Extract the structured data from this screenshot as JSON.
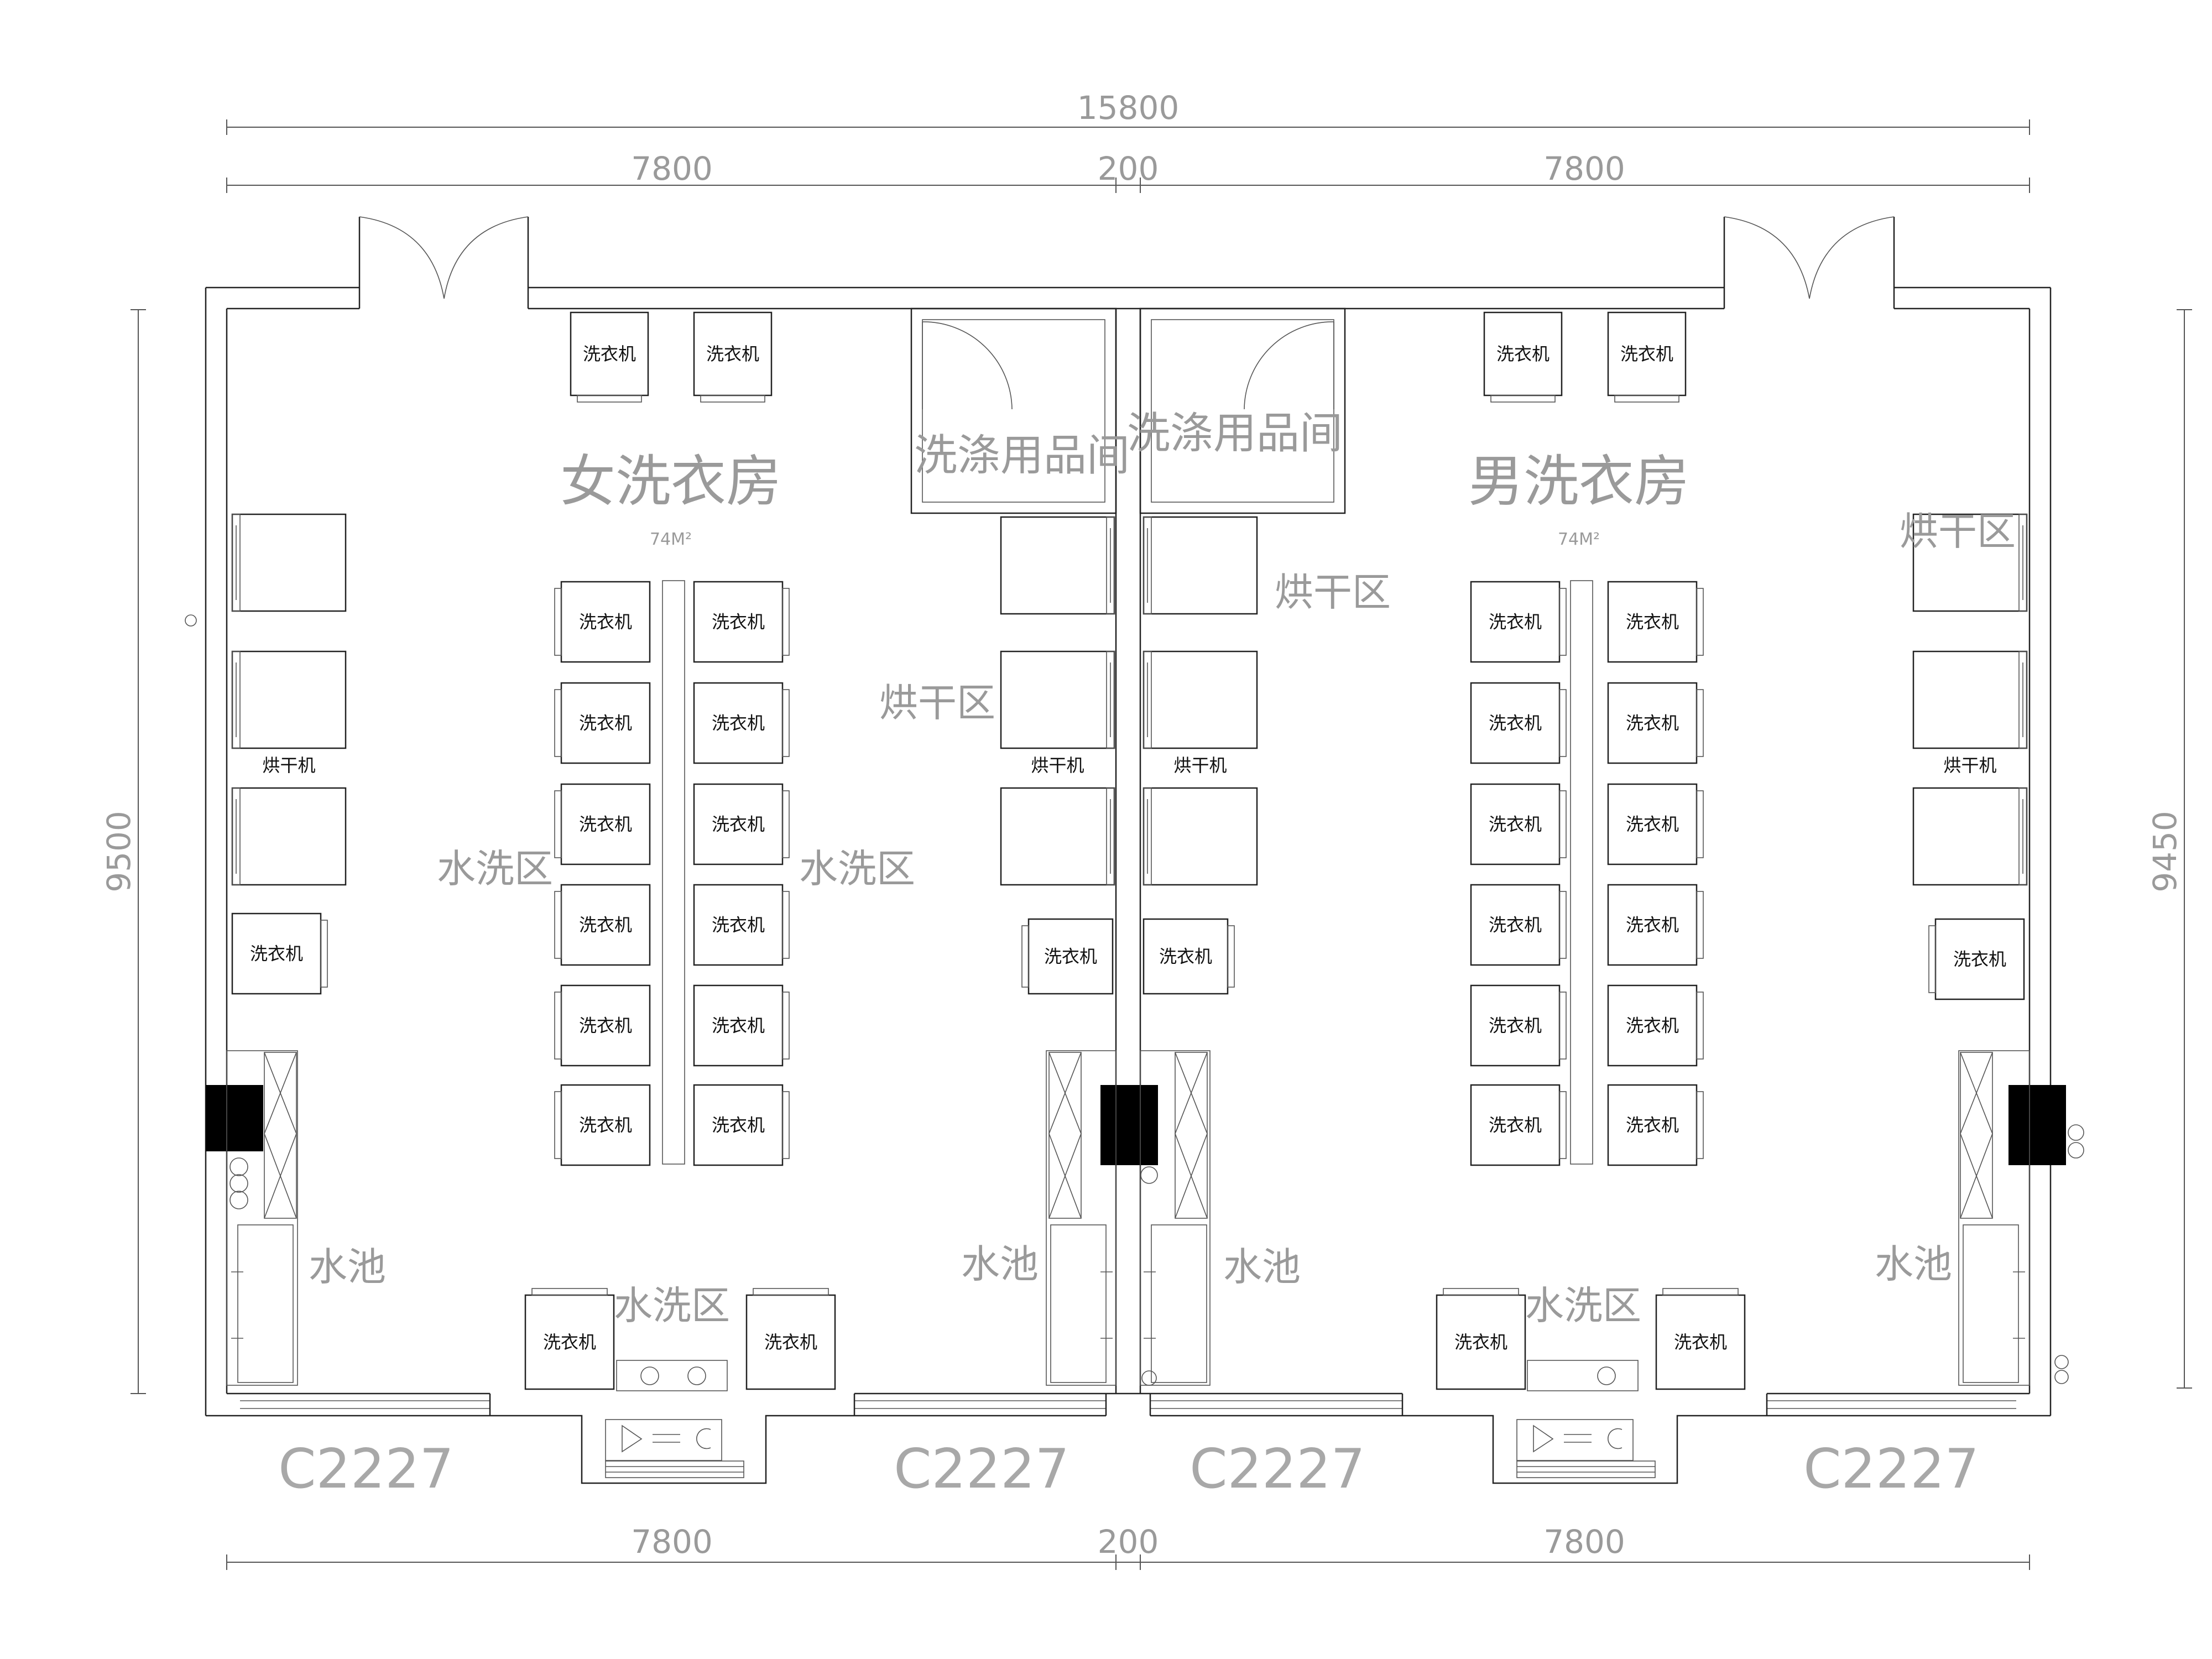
{
  "dimensions": {
    "overall": "15800",
    "left_bay": "7800",
    "middle": "200",
    "right_bay": "7800",
    "left_height": "9500",
    "right_height": "9450"
  },
  "rooms": {
    "women": {
      "name": "女洗衣房",
      "area": "74M²"
    },
    "men": {
      "name": "男洗衣房",
      "area": ""
    }
  },
  "storage_room": "洗涤用品间",
  "zones": {
    "washing": "水洗区",
    "drying": "烘干区",
    "sink": "水池"
  },
  "equipment": {
    "washer": "洗衣机",
    "dryer": "烘干机"
  },
  "window_code": "C2227",
  "visible_extra": {
    "men_area": "74M²"
  },
  "colors": {
    "line": "#222222",
    "text": "#9a9a9a",
    "label": "#111111",
    "wall_fill": "#ffffff",
    "column": "#000000"
  }
}
